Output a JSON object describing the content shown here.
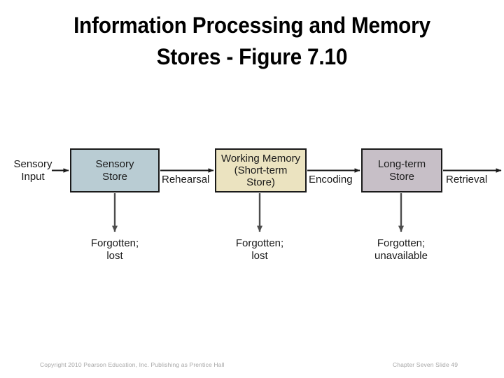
{
  "slide": {
    "title_line1": "Information Processing and Memory",
    "title_line2": "Stores -  Figure 7.10"
  },
  "diagram": {
    "input_label": {
      "line1": "Sensory",
      "line2": "Input"
    },
    "boxes": [
      {
        "name": "sensory-store",
        "line1": "Sensory",
        "line2": "Store",
        "line3": "",
        "color": "#b9ccd3"
      },
      {
        "name": "working-memory",
        "line1": "Working Memory",
        "line2": "(Short-term",
        "line3": "Store)",
        "color": "#ebe3c0"
      },
      {
        "name": "long-term-store",
        "line1": "Long-term",
        "line2": "Store",
        "line3": "",
        "color": "#c7bfc7"
      }
    ],
    "flow_labels": {
      "rehearsal": "Rehearsal",
      "encoding": "Encoding",
      "retrieval": "Retrieval"
    },
    "loss_labels": [
      {
        "line1": "Forgotten;",
        "line2": "lost"
      },
      {
        "line1": "Forgotten;",
        "line2": "lost"
      },
      {
        "line1": "Forgotten;",
        "line2": "unavailable"
      }
    ]
  },
  "footer": {
    "copyright": "Copyright 2010 Pearson Education, Inc. Publishing as Prentice Hall",
    "slide_ref": "Chapter Seven Slide   49"
  }
}
